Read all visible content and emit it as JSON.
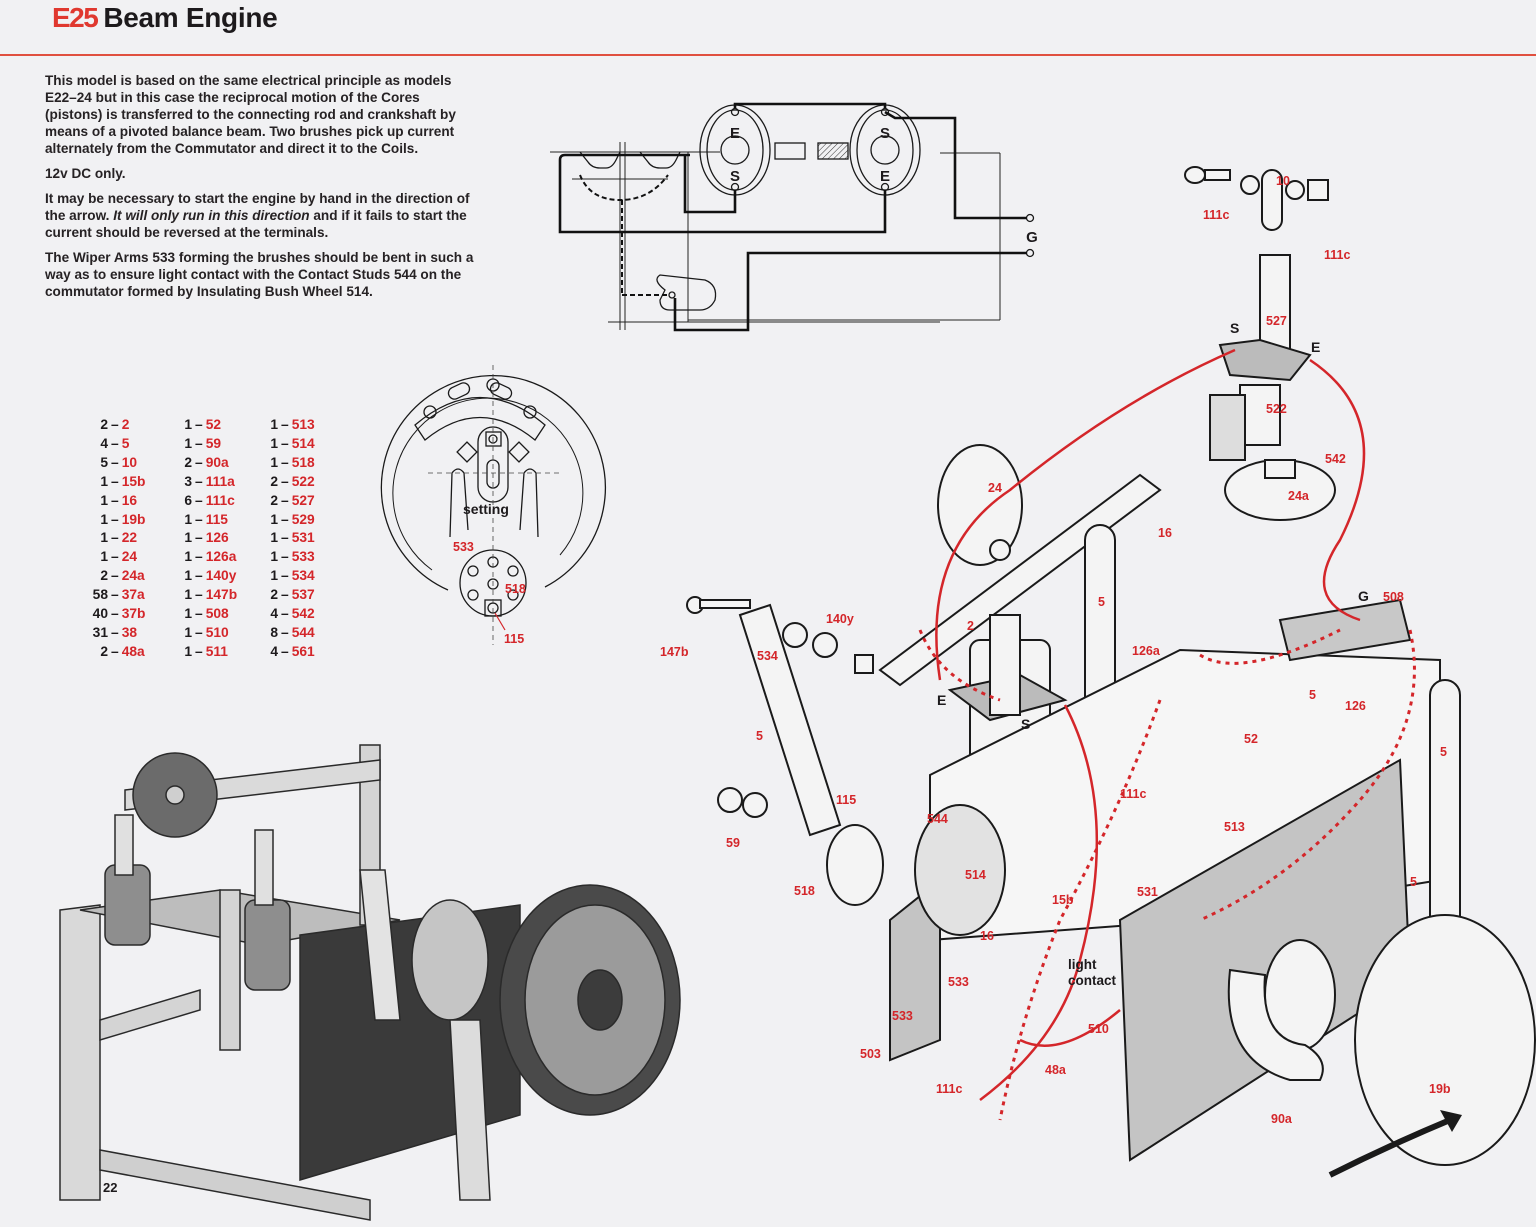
{
  "header": {
    "model_code": "E25",
    "model_name": "Beam Engine"
  },
  "intro": {
    "paragraph_1": "This model is based on the same electrical principle as models E22–24 but in this case the reciprocal motion of the Cores (pistons) is transferred to the connecting rod and crankshaft by means of a pivoted balance beam. Two brushes pick up current alternately from the Commutator and direct it to the Coils.",
    "paragraph_2": "12v DC only.",
    "paragraph_3_start": "It may be necessary to start the engine by hand in the direction of the arrow. ",
    "paragraph_3_italic": "It will only run in this direction",
    "paragraph_3_end": " and if it fails to start the current should be reversed at the terminals.",
    "paragraph_4": "The Wiper Arms 533 forming the brushes should be bent in such a way as to ensure light contact with the Contact Studs 544 on the commutator formed by Insulating Bush Wheel 514."
  },
  "parts_list": {
    "columns": [
      [
        {
          "qty": "2",
          "part": "2"
        },
        {
          "qty": "4",
          "part": "5"
        },
        {
          "qty": "5",
          "part": "10"
        },
        {
          "qty": "1",
          "part": "15b"
        },
        {
          "qty": "1",
          "part": "16"
        },
        {
          "qty": "1",
          "part": "19b"
        },
        {
          "qty": "1",
          "part": "22"
        },
        {
          "qty": "1",
          "part": "24"
        },
        {
          "qty": "2",
          "part": "24a"
        },
        {
          "qty": "58",
          "part": "37a"
        },
        {
          "qty": "40",
          "part": "37b"
        },
        {
          "qty": "31",
          "part": "38"
        },
        {
          "qty": "2",
          "part": "48a"
        }
      ],
      [
        {
          "qty": "1",
          "part": "52"
        },
        {
          "qty": "1",
          "part": "59"
        },
        {
          "qty": "2",
          "part": "90a"
        },
        {
          "qty": "3",
          "part": "111a"
        },
        {
          "qty": "6",
          "part": "111c"
        },
        {
          "qty": "1",
          "part": "115"
        },
        {
          "qty": "1",
          "part": "126"
        },
        {
          "qty": "1",
          "part": "126a"
        },
        {
          "qty": "1",
          "part": "140y"
        },
        {
          "qty": "1",
          "part": "147b"
        },
        {
          "qty": "1",
          "part": "508"
        },
        {
          "qty": "1",
          "part": "510"
        },
        {
          "qty": "1",
          "part": "511"
        }
      ],
      [
        {
          "qty": "1",
          "part": "513"
        },
        {
          "qty": "1",
          "part": "514"
        },
        {
          "qty": "1",
          "part": "518"
        },
        {
          "qty": "2",
          "part": "522"
        },
        {
          "qty": "2",
          "part": "527"
        },
        {
          "qty": "1",
          "part": "529"
        },
        {
          "qty": "1",
          "part": "531"
        },
        {
          "qty": "1",
          "part": "533"
        },
        {
          "qty": "1",
          "part": "534"
        },
        {
          "qty": "2",
          "part": "537"
        },
        {
          "qty": "4",
          "part": "542"
        },
        {
          "qty": "8",
          "part": "544"
        },
        {
          "qty": "4",
          "part": "561"
        }
      ]
    ]
  },
  "wiring_diagram": {
    "coil_1_top": "E",
    "coil_1_bottom": "S",
    "coil_2_top": "S",
    "coil_2_bottom": "E",
    "terminal_label": "G"
  },
  "commutator_detail": {
    "setting_label": "setting",
    "labels": [
      "533",
      "518",
      "115"
    ]
  },
  "exploded_view": {
    "labels": {
      "l_111c_a": "111c",
      "l_10": "10",
      "l_111c_b": "111c",
      "l_527": "527",
      "l_S_top": "S",
      "l_E_top": "E",
      "l_522": "522",
      "l_542": "542",
      "l_24a": "24a",
      "l_24": "24",
      "l_16": "16",
      "l_2": "2",
      "l_5_a": "5",
      "l_126a": "126a",
      "l_E_mid": "E",
      "l_S_mid": "S",
      "l_G": "G",
      "l_508": "508",
      "l_5_b": "5",
      "l_126": "126",
      "l_52": "52",
      "l_5_c": "5",
      "l_5_d": "5",
      "l_147b": "147b",
      "l_140y": "140y",
      "l_534": "534",
      "l_5_e": "5",
      "l_59": "59",
      "l_115": "115",
      "l_518": "518",
      "l_544": "544",
      "l_111c_c": "111c",
      "l_513": "513",
      "l_514": "514",
      "l_15b": "15b",
      "l_531": "531",
      "l_16b": "16",
      "l_533": "533",
      "l_537": "533",
      "l_503": "503",
      "l_111c_d": "111c",
      "l_48a": "48a",
      "l_510": "510",
      "l_90a": "90a",
      "l_19b": "19b"
    },
    "light_contact_line1": "light",
    "light_contact_line2": "contact"
  },
  "footer": {
    "page_number": "22"
  },
  "colors": {
    "accent_red": "#e0382f",
    "part_number_red": "#d4262a",
    "paper": "#f1f1f3",
    "ink": "#1d1a1c"
  }
}
